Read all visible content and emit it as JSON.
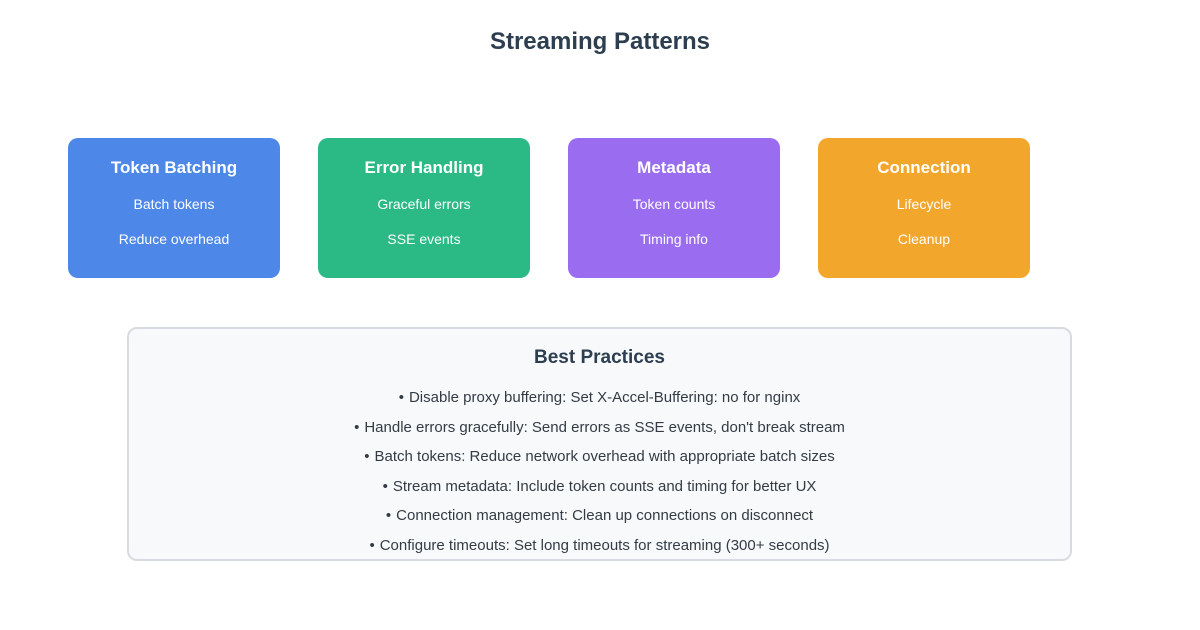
{
  "page": {
    "title": "Streaming Patterns"
  },
  "colors": {
    "card_blue": "#4d87e8",
    "card_green": "#2bba86",
    "card_purple": "#9a6df0",
    "card_orange": "#f2a62c",
    "heading_text": "#2c3e50",
    "box_background": "#f8f9fa",
    "box_border": "#d9dbe2"
  },
  "cards": [
    {
      "title": "Token Batching",
      "line1": "Batch tokens",
      "line2": "Reduce overhead",
      "color": "#4d87e8"
    },
    {
      "title": "Error Handling",
      "line1": "Graceful errors",
      "line2": "SSE events",
      "color": "#2bba86"
    },
    {
      "title": "Metadata",
      "line1": "Token counts",
      "line2": "Timing info",
      "color": "#9a6df0"
    },
    {
      "title": "Connection",
      "line1": "Lifecycle",
      "line2": "Cleanup",
      "color": "#f2a62c"
    }
  ],
  "best_practices": {
    "title": "Best Practices",
    "bullet": "•",
    "items": [
      "Disable proxy buffering: Set X-Accel-Buffering: no for nginx",
      "Handle errors gracefully: Send errors as SSE events, don't break stream",
      "Batch tokens: Reduce network overhead with appropriate batch sizes",
      "Stream metadata: Include token counts and timing for better UX",
      "Connection management: Clean up connections on disconnect",
      "Configure timeouts: Set long timeouts for streaming (300+ seconds)"
    ]
  }
}
